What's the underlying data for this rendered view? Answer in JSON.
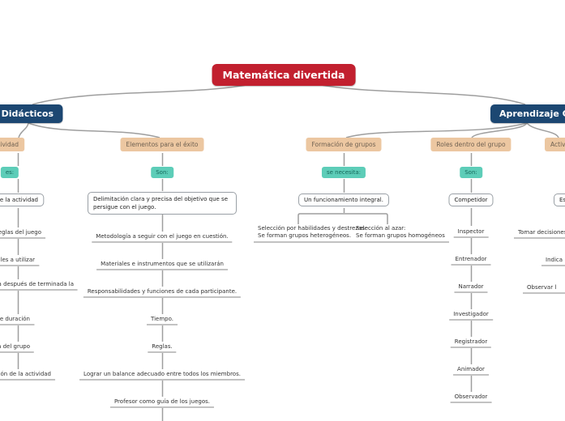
{
  "root": {
    "label": "Matemática divertida"
  },
  "branches": {
    "left": {
      "label": "Juegos Didácticos"
    },
    "right": {
      "label": "Aprendizaje Cooperativo"
    }
  },
  "topics": [
    {
      "label": "ctividad",
      "qualifier": "es:",
      "box": "os de la actividad",
      "items": [
        "n y reglas del juego",
        "riales a utilizar",
        "alizara después de terminada la",
        "de duración",
        "ura del grupo",
        "luación de la actividad"
      ]
    },
    {
      "label": "Elementos para el éxito",
      "qualifier": "Son:",
      "box": "Delimitación clara y precisa del objetivo que se persigue con el juego.",
      "items": [
        "Metodología a seguir con el juego en cuestión.",
        "Materiales e instrumentos que se utilizarán",
        "Responsabilidades y funciones de cada participante.",
        "Tiempo.",
        "Reglas.",
        "Lograr un balance adecuado entre todos los miembros.",
        "Profesor como guía de los juegos."
      ]
    },
    {
      "label": "Formación de grupos",
      "qualifier": "se necesita:",
      "box": "Un funcionamiento integral.",
      "split": [
        {
          "line1": "Selección por habilidades y destrezas:",
          "line2": "Se forman grupos heterogéneos."
        },
        {
          "line1": "Selección al azar:",
          "line2": "Se forman grupos homogéneos"
        }
      ]
    },
    {
      "label": "Roles dentro del grupo",
      "qualifier": "Son:",
      "box": "Competidor",
      "items": [
        "Inspector",
        "Entrenador",
        "Narrador",
        "Investigador",
        "Registrador",
        "Animador",
        "Observador"
      ]
    },
    {
      "label": "Activi",
      "box": "Es",
      "items": [
        "Tomar decisiones resp",
        "Indica",
        "Observar l"
      ]
    }
  ],
  "colors": {
    "root": "#c2202f",
    "branch": "#1c4772",
    "topic_bg": "#ecc7a1",
    "qualifier_bg": "#5dcdb8",
    "connector": "#9e9e9e"
  }
}
